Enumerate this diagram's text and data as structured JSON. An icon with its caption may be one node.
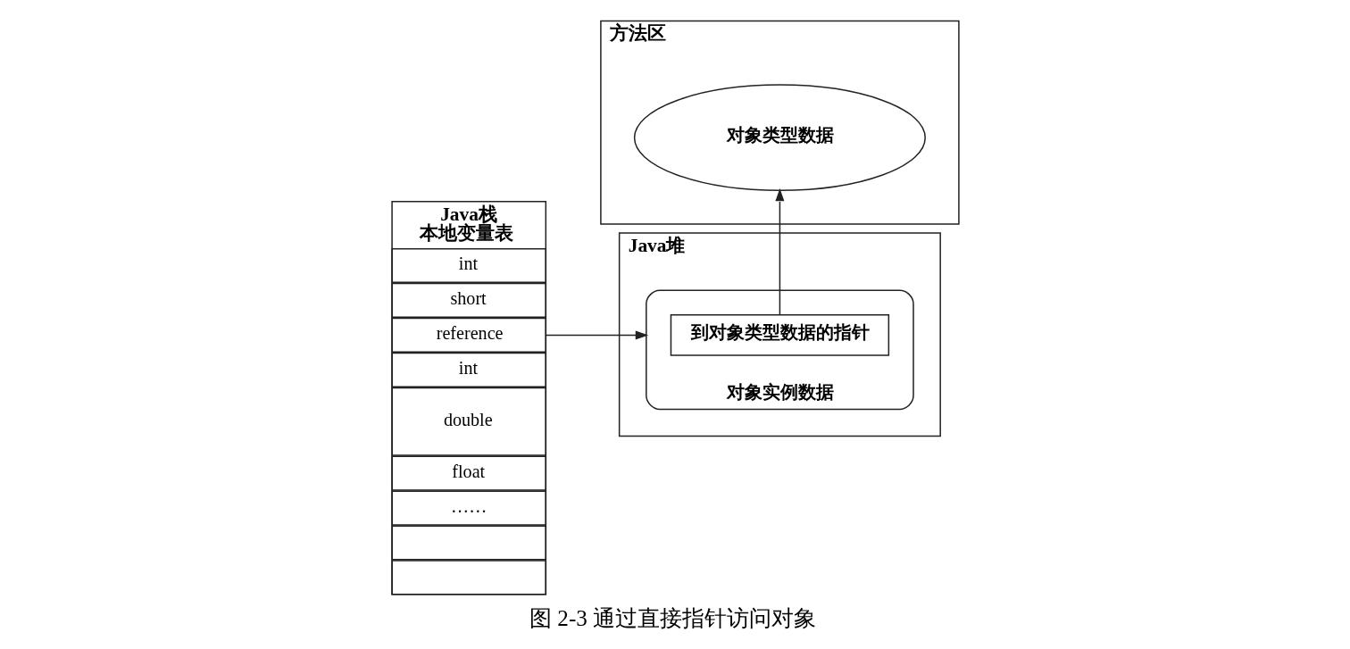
{
  "diagram": {
    "caption": "图 2-3 通过直接指针访问对象",
    "nodes": [
      {
        "text": [
          "Java栈",
          "本地变量表"
        ]
      },
      {
        "text": [
          "int"
        ],
        "in": 0
      },
      {
        "text": [
          "short"
        ],
        "in": 0
      },
      {
        "text": [
          "reference"
        ],
        "in": 0
      },
      {
        "text": [
          "int"
        ],
        "in": 0
      },
      {
        "text": [
          "double"
        ],
        "in": 0
      },
      {
        "text": [
          "float"
        ],
        "in": 0
      },
      {
        "text": [
          "……"
        ],
        "in": 0
      },
      {
        "text": [],
        "shape": "box",
        "in": 0
      },
      {
        "text": [],
        "shape": "box",
        "in": 0
      },
      {
        "text": [
          "Java堆"
        ]
      },
      {
        "text": [
          "对象实例数据"
        ],
        "in": 10
      },
      {
        "text": [
          "到对象类型数据的指针"
        ],
        "in": 11
      },
      {
        "text": [
          "方法区"
        ]
      },
      {
        "text": [
          "对象类型数据"
        ],
        "in": 13
      }
    ],
    "edges": [
      {
        "from": 3,
        "to": 11,
        "arrow": "to"
      },
      {
        "from": 12,
        "to": 14,
        "arrow": "to"
      }
    ]
  }
}
